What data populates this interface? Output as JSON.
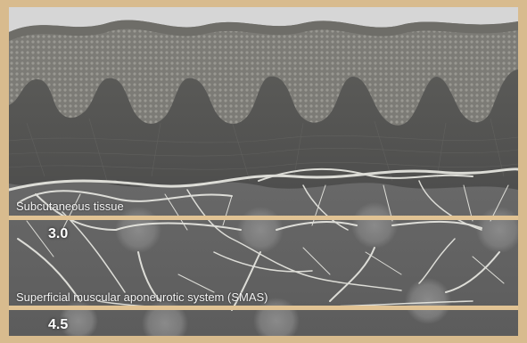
{
  "layers": [
    {
      "label": "Subcutaneous tissue",
      "depth": "3.0"
    },
    {
      "label": "Superficial muscular aponeurotic system (SMAS)",
      "depth": "4.5"
    }
  ],
  "colors": {
    "frame": "#d8bb8e",
    "separator_band": "#e1c394",
    "epidermis": "#8a8a86",
    "dermis": "#5a5a58",
    "fat_lobule": "#7a7a7a",
    "fiber": "#e6e6e0"
  }
}
